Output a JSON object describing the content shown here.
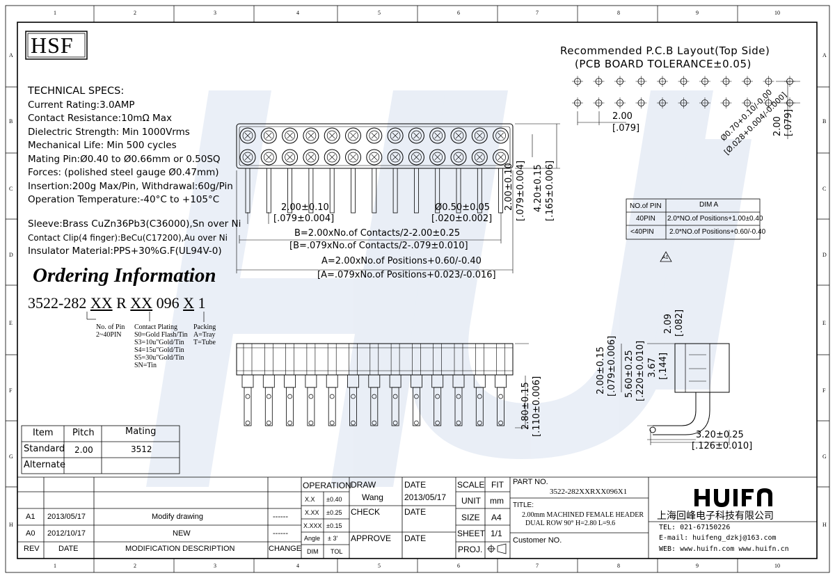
{
  "logo": "HSF",
  "tech_specs": {
    "title": "TECHNICAL SPECS:",
    "lines": [
      "Current Rating:3.0AMP",
      "Contact Resistance:10mΩ Max",
      "Dielectric Strength: Min 1000Vrms",
      "Mechanical Life: Min 500 cycles",
      "Mating Pin:Ø0.40 to Ø0.66mm or 0.50SQ",
      "Forces: (polished steel gauge Ø0.47mm)",
      "Insertion:200g Max/Pin,  Withdrawal:60g/Pin",
      "Operation Temperature:-40°C to +105°C"
    ],
    "materials": [
      "Sleeve:Brass CuZn36Pb3(C36000),Sn over Ni",
      "Contact Clip(4 finger):BeCu(C17200),Au over Ni",
      "Insulator Material:PPS+30%G.F(UL94V-0)"
    ]
  },
  "ordering": {
    "title": "Ordering Information",
    "part_prefix": "3522-282 ",
    "seg1": "XX",
    "mid1": " R ",
    "seg2": "XX",
    "mid2": " 096 ",
    "seg3": "X",
    "suffix": " 1",
    "pin_title": "No. of Pin",
    "pin_range": "2~40PIN",
    "plating_title": "Contact Plating",
    "plating_options": [
      "S0=Gold Flash/Tin",
      "S3=10u\"Gold/Tin",
      "S4=15u\"Gold/Tin",
      "S5=30u\"Gold/Tin",
      "SN=Tin"
    ],
    "packing_title": "Packing",
    "packing_options": [
      "A=Tray",
      "T=Tube"
    ]
  },
  "mating_table": {
    "headers": [
      "Item",
      "Pitch",
      "Mating"
    ],
    "rows": [
      [
        "Standard",
        "2.00",
        "3512"
      ],
      [
        "Alternate",
        "",
        ""
      ]
    ]
  },
  "pcb_layout": {
    "title1": "Recommended P.C.B Layout(Top Side)",
    "title2": "(PCB BOARD TOLERANCE±0.05)",
    "pitch": "2.00",
    "pitch_in": "[.079]",
    "row_pitch": "2.00",
    "row_pitch_in": "[.079]",
    "hole": "Ø0.70+0.10/-0.00",
    "hole_in": "[Ø.028+0.004/-0.000]"
  },
  "dim_table": {
    "headers": [
      "NO.of PIN",
      "DIM A"
    ],
    "rows": [
      [
        "40PIN",
        "2.0*NO.of Positions+1.00±0.40"
      ],
      [
        "<40PIN",
        "2.0*NO.of Positions+0.60/-0.40"
      ]
    ]
  },
  "dims": {
    "pitch": "2.00±0.10",
    "pitch_in": "[.079±0.004]",
    "pin_dia": "Ø0.50±0.05",
    "pin_dia_in": "[.020±0.002]",
    "dim_b": "B=2.00xNo.of Contacts/2-2.00±0.25",
    "dim_b_in": "[B=.079xNo.of Contacts/2-.079±0.010]",
    "dim_a": "A=2.00xNo.of Positions+0.60/-0.40",
    "dim_a_in": "[A=.079xNo.of Positions+0.023/-0.016]",
    "row_pitch": "2.00±0.10",
    "row_pitch_in": "[.079±0.004]",
    "width": "4.20±0.15",
    "width_in": "[.165±0.006]",
    "tail": "2.80±0.15",
    "tail_in": "[.110±0.006]",
    "side_a": "2.00±0.15",
    "side_a_in": "[.079±0.006]",
    "side_b": "5.60±0.25",
    "side_b_in": "[.220±0.010]",
    "side_c": "3.67",
    "side_c_in": "[.144]",
    "side_d": "2.09",
    "side_d_in": "[.082]",
    "side_e": "3.20±0.25",
    "side_e_in": "[.126±0.010]",
    "rev_flag": "A1"
  },
  "grid": {
    "cols": [
      "1",
      "2",
      "3",
      "4",
      "5",
      "6",
      "7",
      "8",
      "9",
      "10"
    ],
    "rows": [
      "A",
      "B",
      "C",
      "D",
      "E",
      "F",
      "G",
      "H"
    ]
  },
  "title_block": {
    "revisions": [
      {
        "rev": "A1",
        "date": "2013/05/17",
        "desc": "Modify drawing",
        "change": "------"
      },
      {
        "rev": "A0",
        "date": "2012/10/17",
        "desc": "NEW",
        "change": "------"
      }
    ],
    "rev_head": "REV",
    "date_head": "DATE",
    "desc_head": "MODIFICATION  DESCRIPTION",
    "change_head": "CHANGE",
    "operation": "OPERATION",
    "tolerances": [
      [
        "X.X",
        "±0.40"
      ],
      [
        "X.XX",
        "±0.25"
      ],
      [
        "X.XXX",
        "±0.15"
      ],
      [
        "Angle",
        "± 3'"
      ]
    ],
    "dim_lbl": "DIM",
    "tol_lbl": "TOL",
    "draw": "DRAW",
    "draw_name": "Wang",
    "check": "CHECK",
    "approve": "APPROVE",
    "date": "DATE",
    "draw_date": "2013/05/17",
    "scale": "SCALE",
    "fit": "FIT",
    "unit": "UNIT",
    "unit_val": "mm",
    "size": "SIZE",
    "size_val": "A4",
    "sheet": "SHEET",
    "sheet_val": "1/1",
    "proj": "PROJ.",
    "part_no_lbl": "PART NO.",
    "part_no": "3522-282XXRXX096X1",
    "title_lbl": "TITLE:",
    "title1": "2.00mm MACHINED FEMALE HEADER",
    "title2": "DUAL ROW 90° H=2.80 L=9.6",
    "customer_lbl": "Customer NO.",
    "company_logo": "HUIFN",
    "company_cn": "上海回峰电子科技有限公司",
    "tel": "TEL: 021-67150226",
    "email": "E-mail: huifeng_dzkj@163.com",
    "web": "WEB: www.huifn.com  www.huifn.cn"
  },
  "watermark": "HUIFN"
}
